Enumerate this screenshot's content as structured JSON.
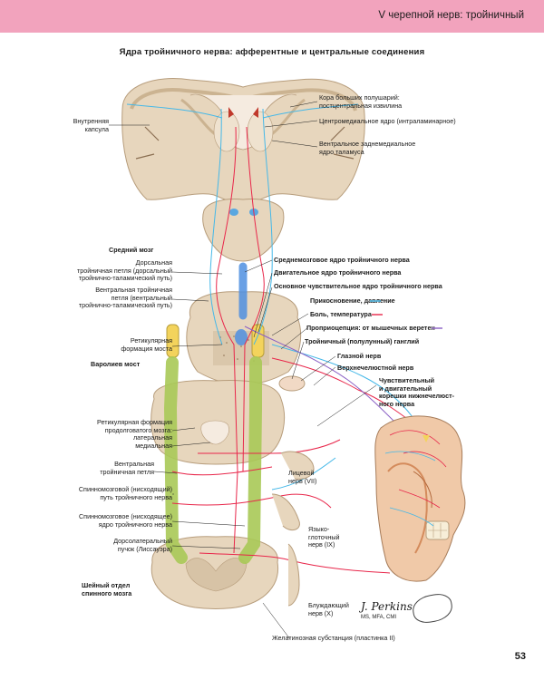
{
  "header": {
    "title": "V черепной нерв: тройничный"
  },
  "figure": {
    "title": "Ядра тройничного нерва: афферентные и центральные соединения"
  },
  "labels_left": [
    "Внутренняя\nкапсула",
    "Средний мозг",
    "Дорсальная\nтройничная петля (дорсальный\nтройнично-таламический путь)",
    "Вентральная тройничная\nпетля (вентральный\nтройнично-таламический путь)",
    "Ретикулярная\nформация моста",
    "Варолиев мост",
    "Ретикулярная формация\nпродолговатого мозга:\nлатеральная\nмедиальная",
    "Вентральная\nтройничная петля",
    "Спинномозговой (нисходящий)\nпуть тройничного нерва",
    "Спинномозговое (нисходящее)\nядро тройничного нерва",
    "Дорсолатеральный\nпучок (Лиссауэра)",
    "Шейный отдел\nспинного мозга"
  ],
  "labels_right": [
    "Кора больших полушарий:\nпостцентральная извилина",
    "Центромедиальное ядро (интраламинарное)",
    "Вентральное заднемедиальное\nядро таламуса",
    "Среднемозговое ядро тройничного нерва",
    "Двигательное ядро тройничного нерва",
    "Основное чувствительное ядро тройничного нерва",
    "Прикосновение, давление",
    "Боль, температура",
    "Проприоцепция: от мышечных веретен",
    "Тройничный (полулунный) ганглий",
    "Глазной нерв",
    "Верхнечелюстной нерв",
    "Чувствительный\nи двигательный\nкорешки нижнечелюст-\nного нерва",
    "Лицевой\nнерв (VII)",
    "Языко-\nглоточный\nнерв (IX)",
    "Блуждающий\nнерв (X)",
    "Желатинозная субстанция (пластинка II)"
  ],
  "signature": {
    "name": "J. Perkins",
    "credentials": "MS, MFA, CMI"
  },
  "page_number": "53",
  "colors": {
    "header": "#f2a3bd",
    "tissue": "#e7d6bd",
    "tissue_edge": "#b79d7c",
    "pain": "#e8264a",
    "touch": "#45b8e8",
    "proprioception": "#8a5fc4",
    "tract": "#a9c957",
    "nucleus_yellow": "#f3d35c",
    "motor_blue": "#4f8fe0"
  },
  "icons": [
    "brain-section-icon",
    "brainstem-section-icon",
    "face-illustration-icon",
    "nerve-pathways-icon"
  ]
}
